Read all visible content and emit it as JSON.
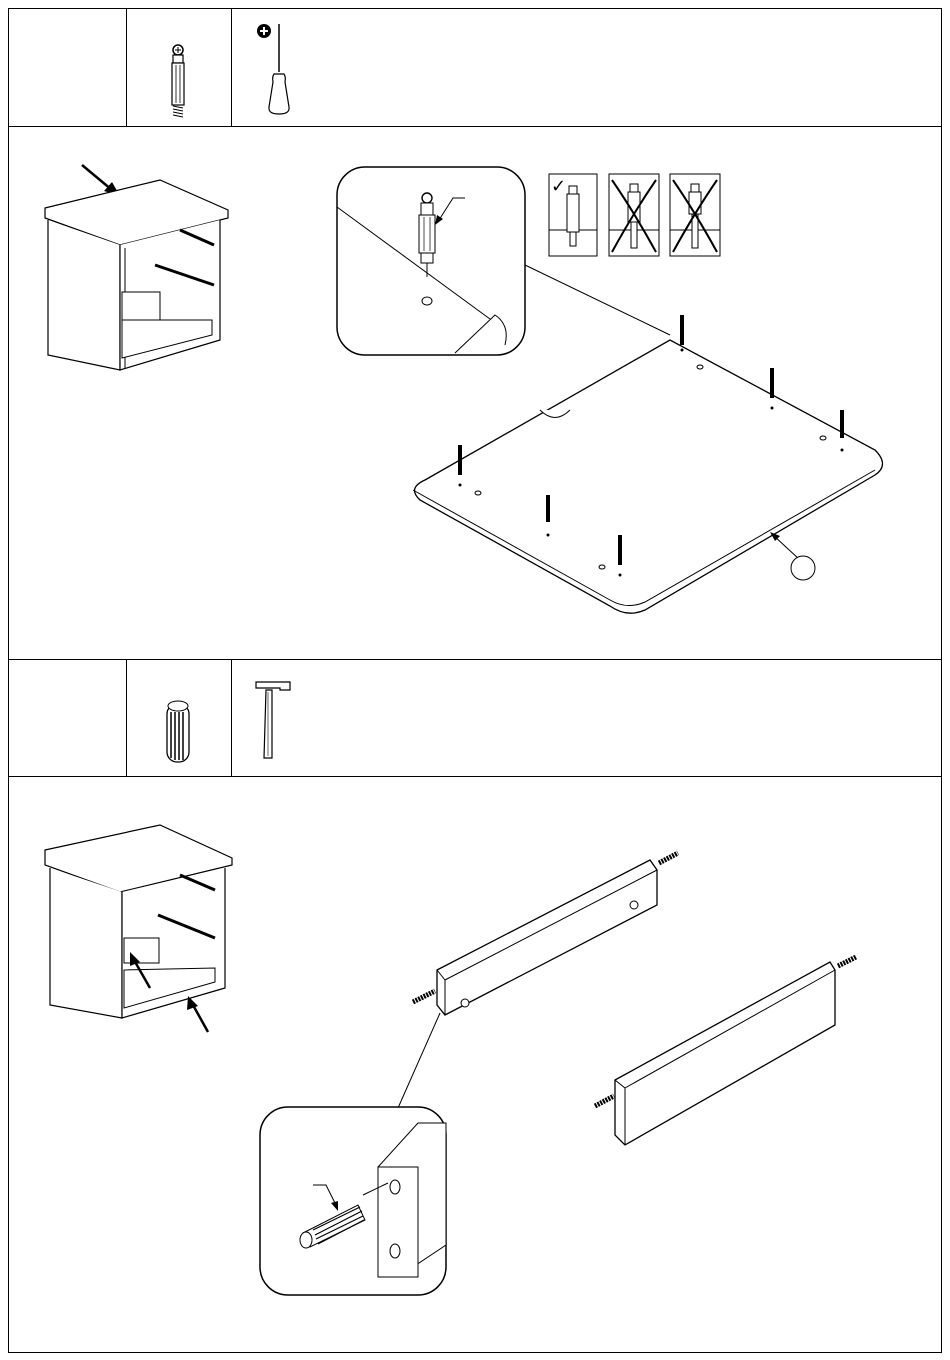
{
  "document": {
    "type": "furniture-assembly-instructions",
    "steps": [
      {
        "parts": [
          {
            "icon": "cam-bolt-icon"
          }
        ],
        "tools": [
          {
            "icon": "phillips-screwdriver-icon"
          }
        ],
        "illustration": "install-cam-bolts-into-top-panel",
        "correct_mark": "✓"
      },
      {
        "parts": [
          {
            "icon": "wooden-dowel-icon"
          }
        ],
        "tools": [
          {
            "icon": "hammer-icon"
          }
        ],
        "illustration": "insert-dowels-into-rails"
      }
    ]
  }
}
